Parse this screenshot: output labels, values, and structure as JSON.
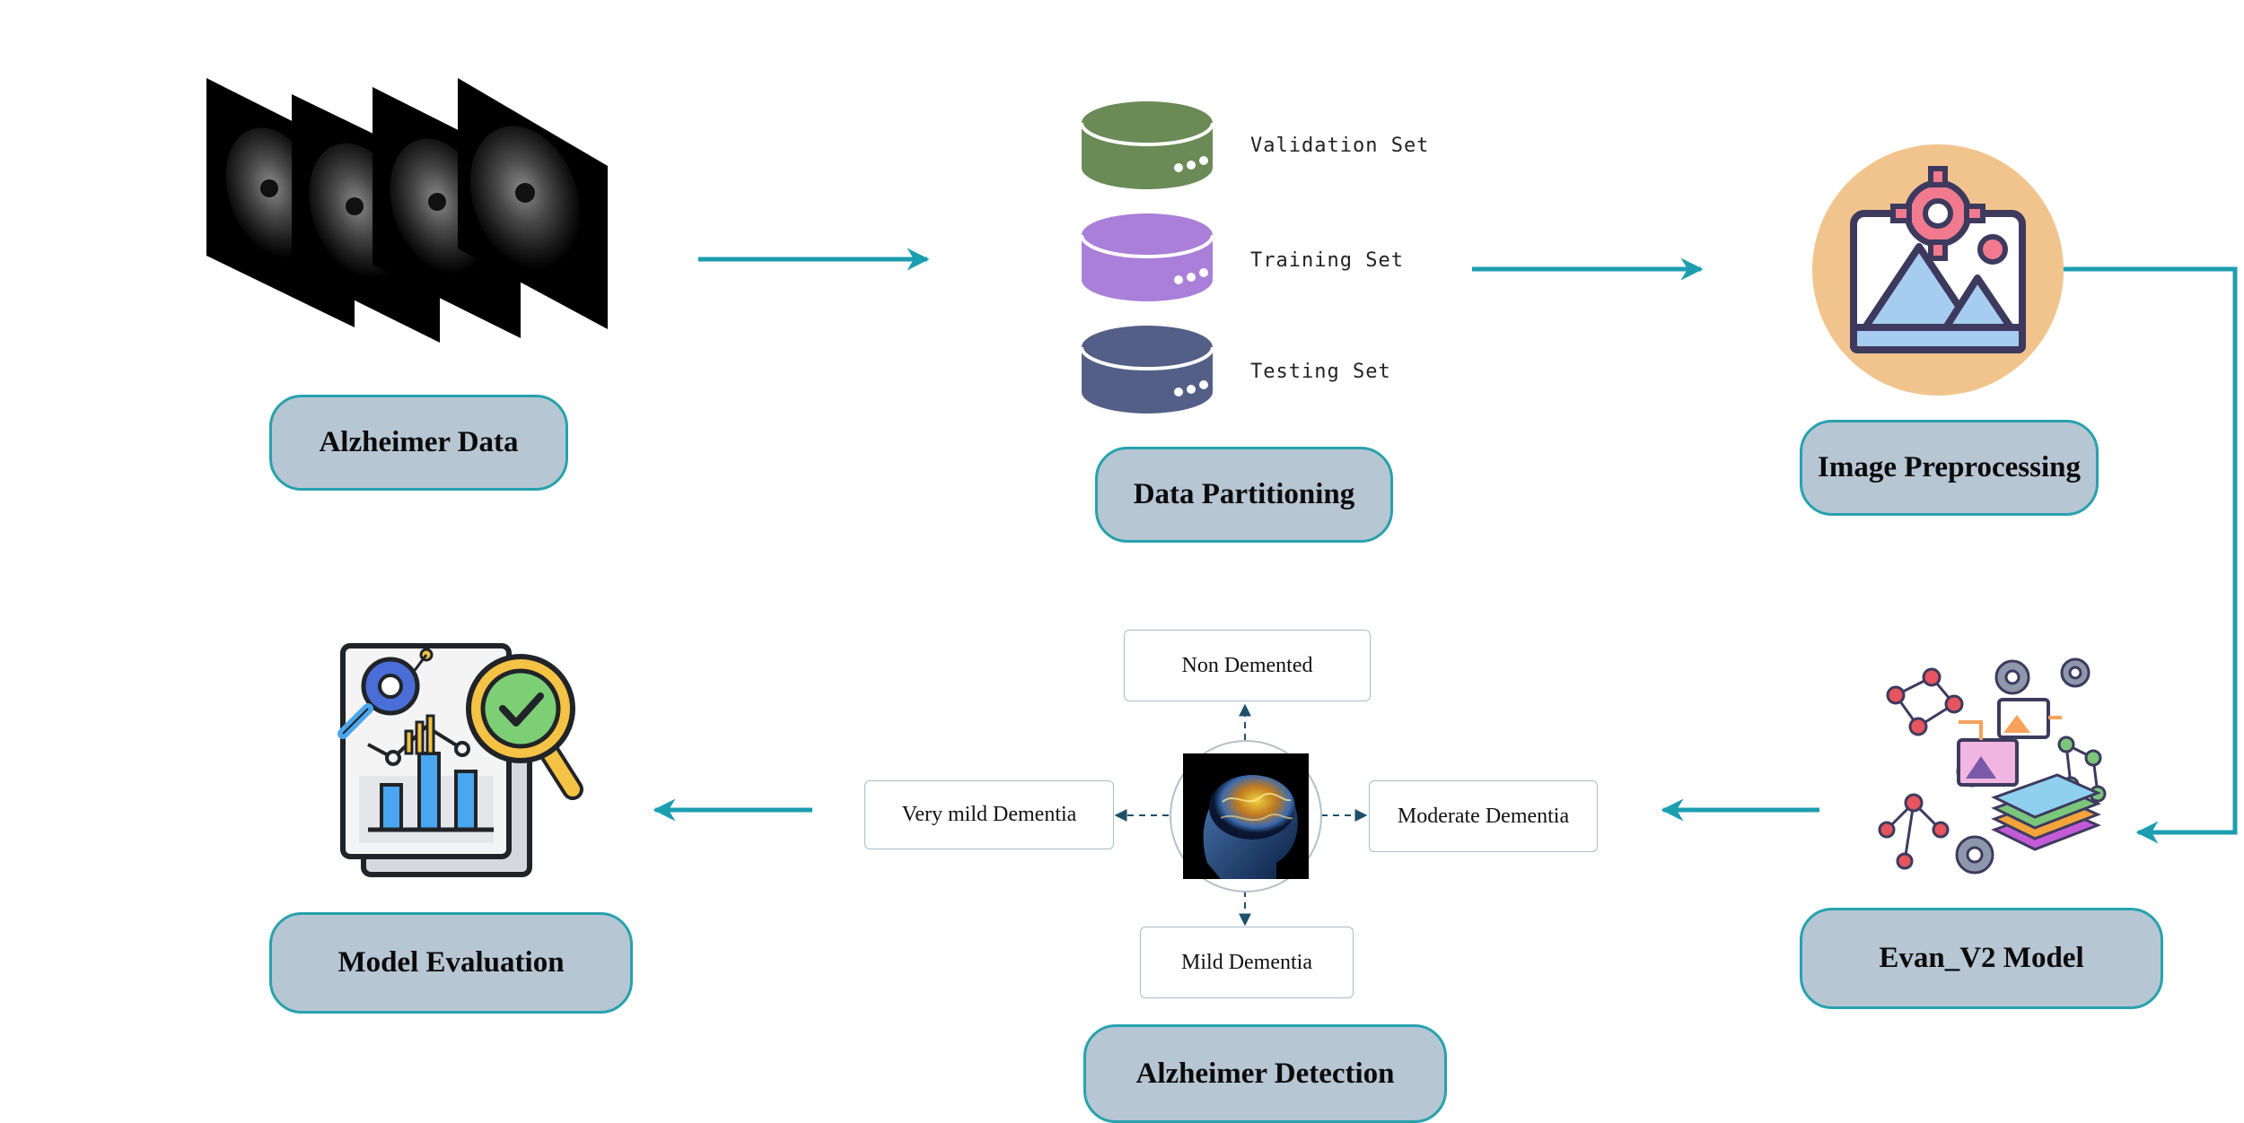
{
  "stages": {
    "alzheimer_data": "Alzheimer Data",
    "data_partitioning": "Data Partitioning",
    "image_preprocessing": "Image Preprocessing",
    "model": "Evan_V2 Model",
    "detection": "Alzheimer Detection",
    "evaluation": "Model Evaluation"
  },
  "partition_sets": {
    "validation": "Validation Set",
    "training": "Training Set",
    "testing": "Testing Set"
  },
  "classes": {
    "top": "Non Demented",
    "left": "Very mild Dementia",
    "right": "Moderate Dementia",
    "bottom": "Mild Dementia"
  },
  "colors": {
    "arrow": "#1c9eb0",
    "pill_fill": "#b7c6d3",
    "pill_border": "#27a2ae",
    "validation_db": "#6a8a56",
    "training_db": "#a97fd9",
    "testing_db": "#535f87",
    "preprocess_circle": "#f2c48d"
  },
  "icons": {
    "mri": "mri-stack-icon",
    "database": "database-icon",
    "preprocess": "image-gear-icon",
    "model": "network-model-icon",
    "brain": "brain-scan-icon",
    "evaluation": "report-magnifier-icon"
  }
}
